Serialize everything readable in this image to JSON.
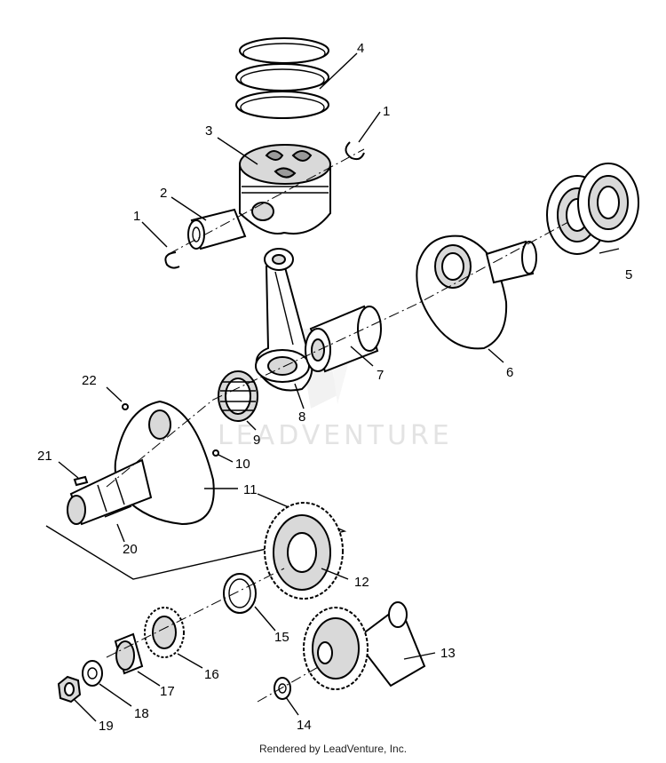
{
  "diagram": {
    "watermark": "LEADVENTURE",
    "footer": "Rendered by LeadVenture, Inc.",
    "callouts": [
      "1",
      "1",
      "2",
      "3",
      "4",
      "5",
      "6",
      "7",
      "8",
      "9",
      "10",
      "11",
      "12",
      "13",
      "14",
      "15",
      "16",
      "17",
      "18",
      "19",
      "20",
      "21",
      "22"
    ]
  }
}
